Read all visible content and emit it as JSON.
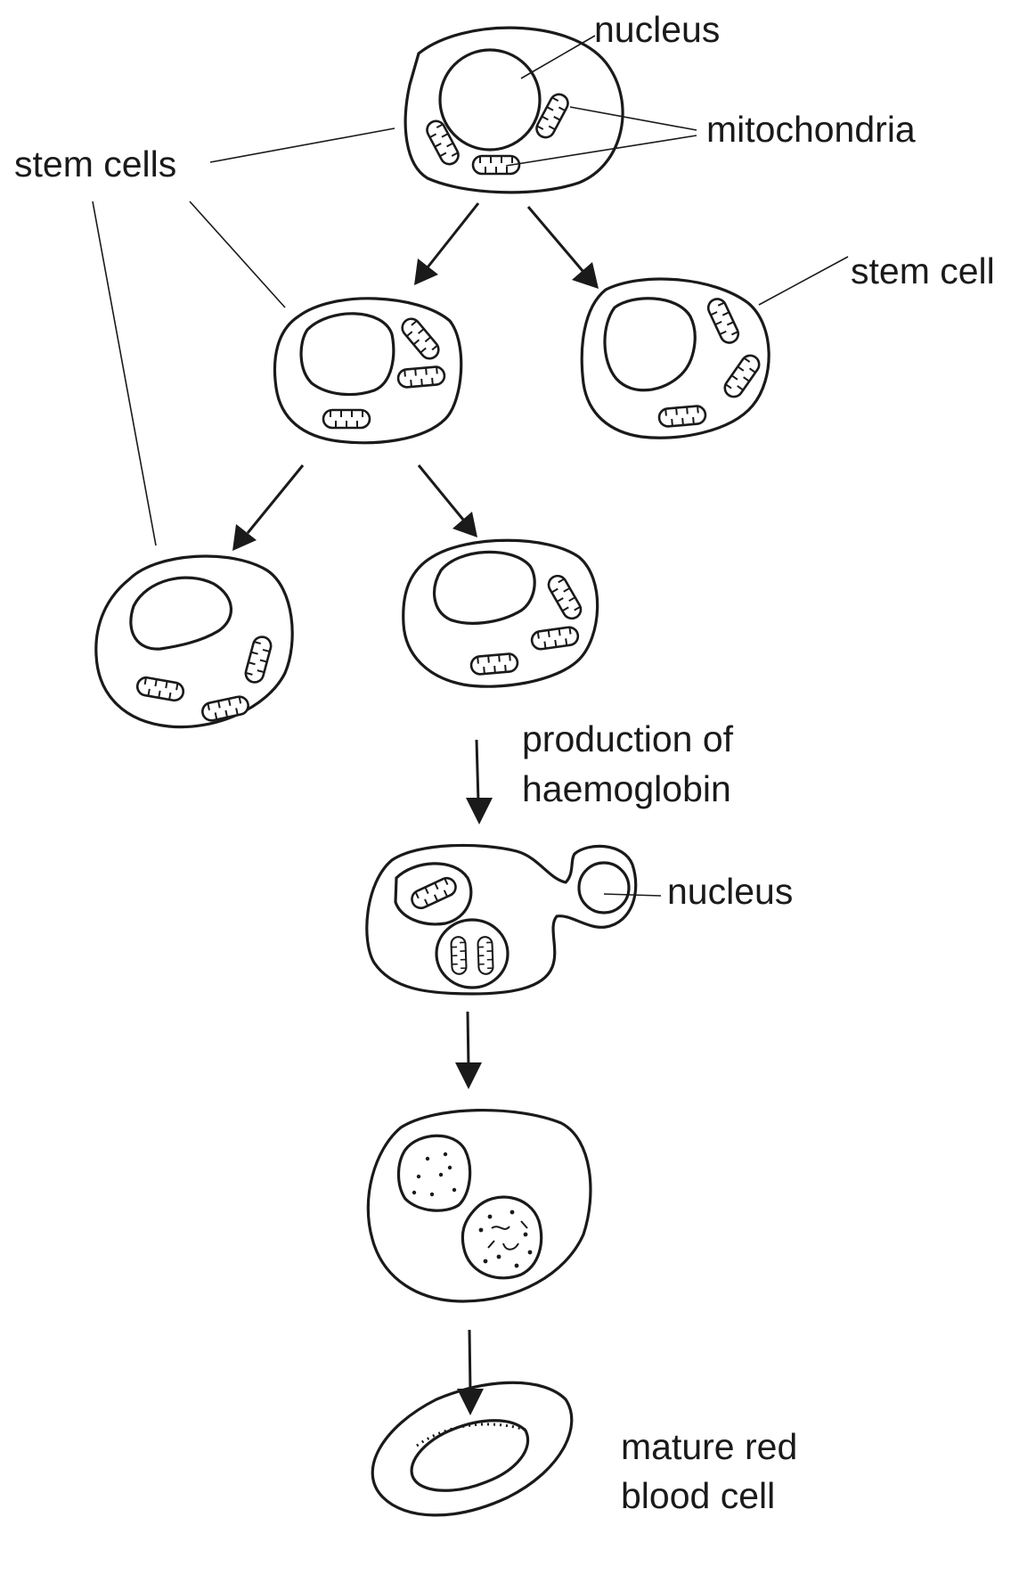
{
  "labels": {
    "nucleus_top": "nucleus",
    "mitochondria": "mitochondria",
    "stem_cells": "stem cells",
    "stem_cell": "stem cell",
    "production_line1": "production of",
    "production_line2": "haemoglobin",
    "nucleus_lower": "nucleus",
    "mature_line1": "mature red",
    "mature_line2": "blood cell"
  }
}
